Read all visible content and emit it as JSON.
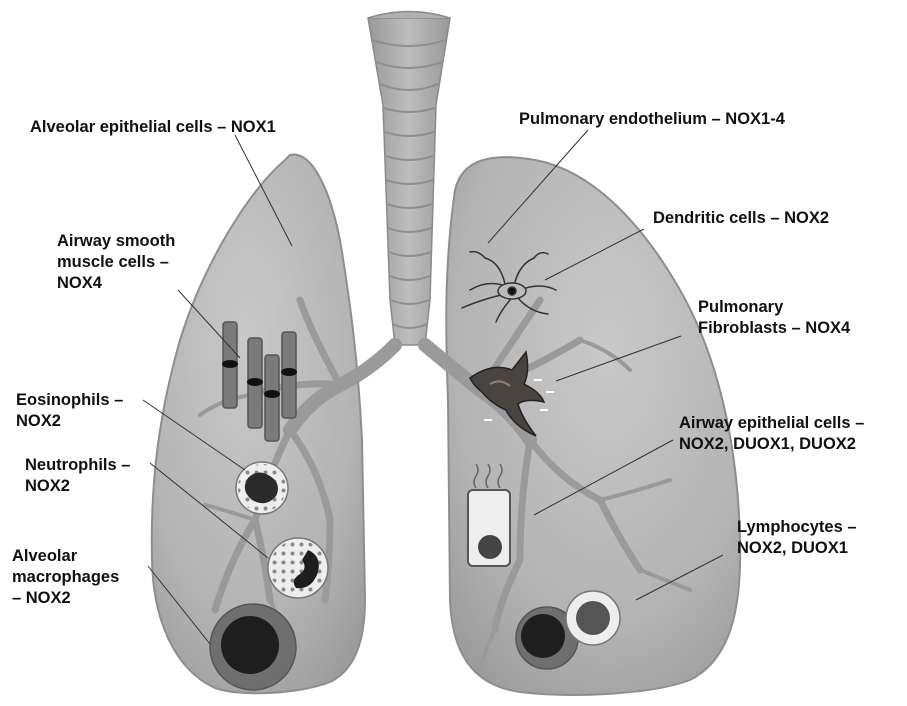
{
  "colors": {
    "lung_fill": "#b7b7b7",
    "lung_edge": "#8e8e8e",
    "trachea_fill": "#a9a9a9",
    "bronchi": "#9a9a9a",
    "cell_dark": "#1e1e1e",
    "label_text": "#111111",
    "leader_line": "#333333"
  },
  "labels": {
    "alveolar_epithelial": {
      "lines": [
        "Alveolar epithelial cells – NOX1"
      ]
    },
    "airway_smooth_muscle": {
      "lines": [
        "Airway smooth",
        "muscle cells –",
        "NOX4"
      ]
    },
    "eosinophils": {
      "lines": [
        "Eosinophils –",
        "NOX2"
      ]
    },
    "neutrophils": {
      "lines": [
        "Neutrophils –",
        "NOX2"
      ]
    },
    "alveolar_macrophages": {
      "lines": [
        "Alveolar",
        "macrophages",
        "– NOX2"
      ]
    },
    "pulmonary_endothelium": {
      "lines": [
        "Pulmonary endothelium – NOX1-4"
      ]
    },
    "dendritic_cells": {
      "lines": [
        "Dendritic cells – NOX2"
      ]
    },
    "pulmonary_fibroblasts": {
      "lines": [
        "Pulmonary",
        "Fibroblasts – NOX4"
      ]
    },
    "airway_epithelial": {
      "lines": [
        "Airway epithelial cells –",
        "NOX2, DUOX1, DUOX2"
      ]
    },
    "lymphocytes": {
      "lines": [
        "Lymphocytes –",
        "NOX2, DUOX1"
      ]
    }
  }
}
